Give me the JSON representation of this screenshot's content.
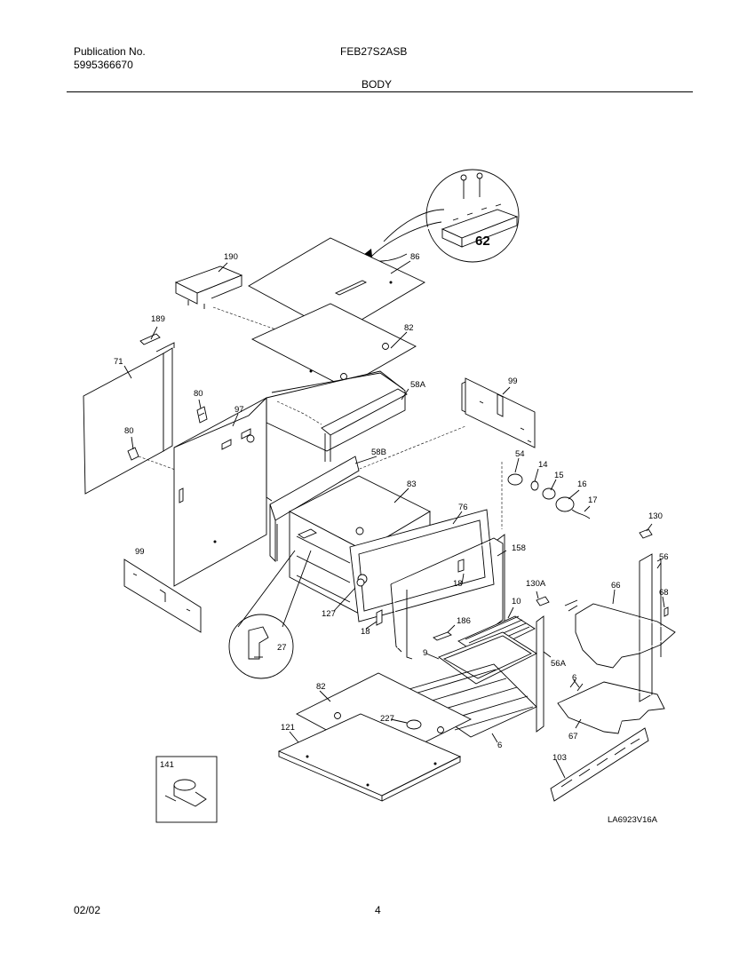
{
  "header": {
    "publication_label": "Publication No.",
    "publication_number": "5995366670",
    "model": "FEB27S2ASB",
    "section": "BODY"
  },
  "footer": {
    "date": "02/02",
    "page": "4"
  },
  "diagram": {
    "code": "LA6923V16A",
    "callouts": {
      "c62": "62",
      "c190": "190",
      "c86": "86",
      "c189": "189",
      "c82a": "82",
      "c71": "71",
      "c80a": "80",
      "c97": "97",
      "c58A": "58A",
      "c99a": "99",
      "c80b": "80",
      "c58B": "58B",
      "c54": "54",
      "c14": "14",
      "c15": "15",
      "c16": "16",
      "c17": "17",
      "c83": "83",
      "c76": "76",
      "c130": "130",
      "c99b": "99",
      "c158": "158",
      "c56": "56",
      "c18a": "18",
      "c66": "66",
      "c68": "68",
      "c130A": "130A",
      "c127": "127",
      "c18b": "18",
      "c10": "10",
      "c186": "186",
      "c27": "27",
      "c9": "9",
      "c56A": "56A",
      "c82b": "82",
      "c6a": "6",
      "c227": "227",
      "c121": "121",
      "c67": "67",
      "c6b": "6",
      "c141": "141",
      "c103": "103"
    }
  }
}
